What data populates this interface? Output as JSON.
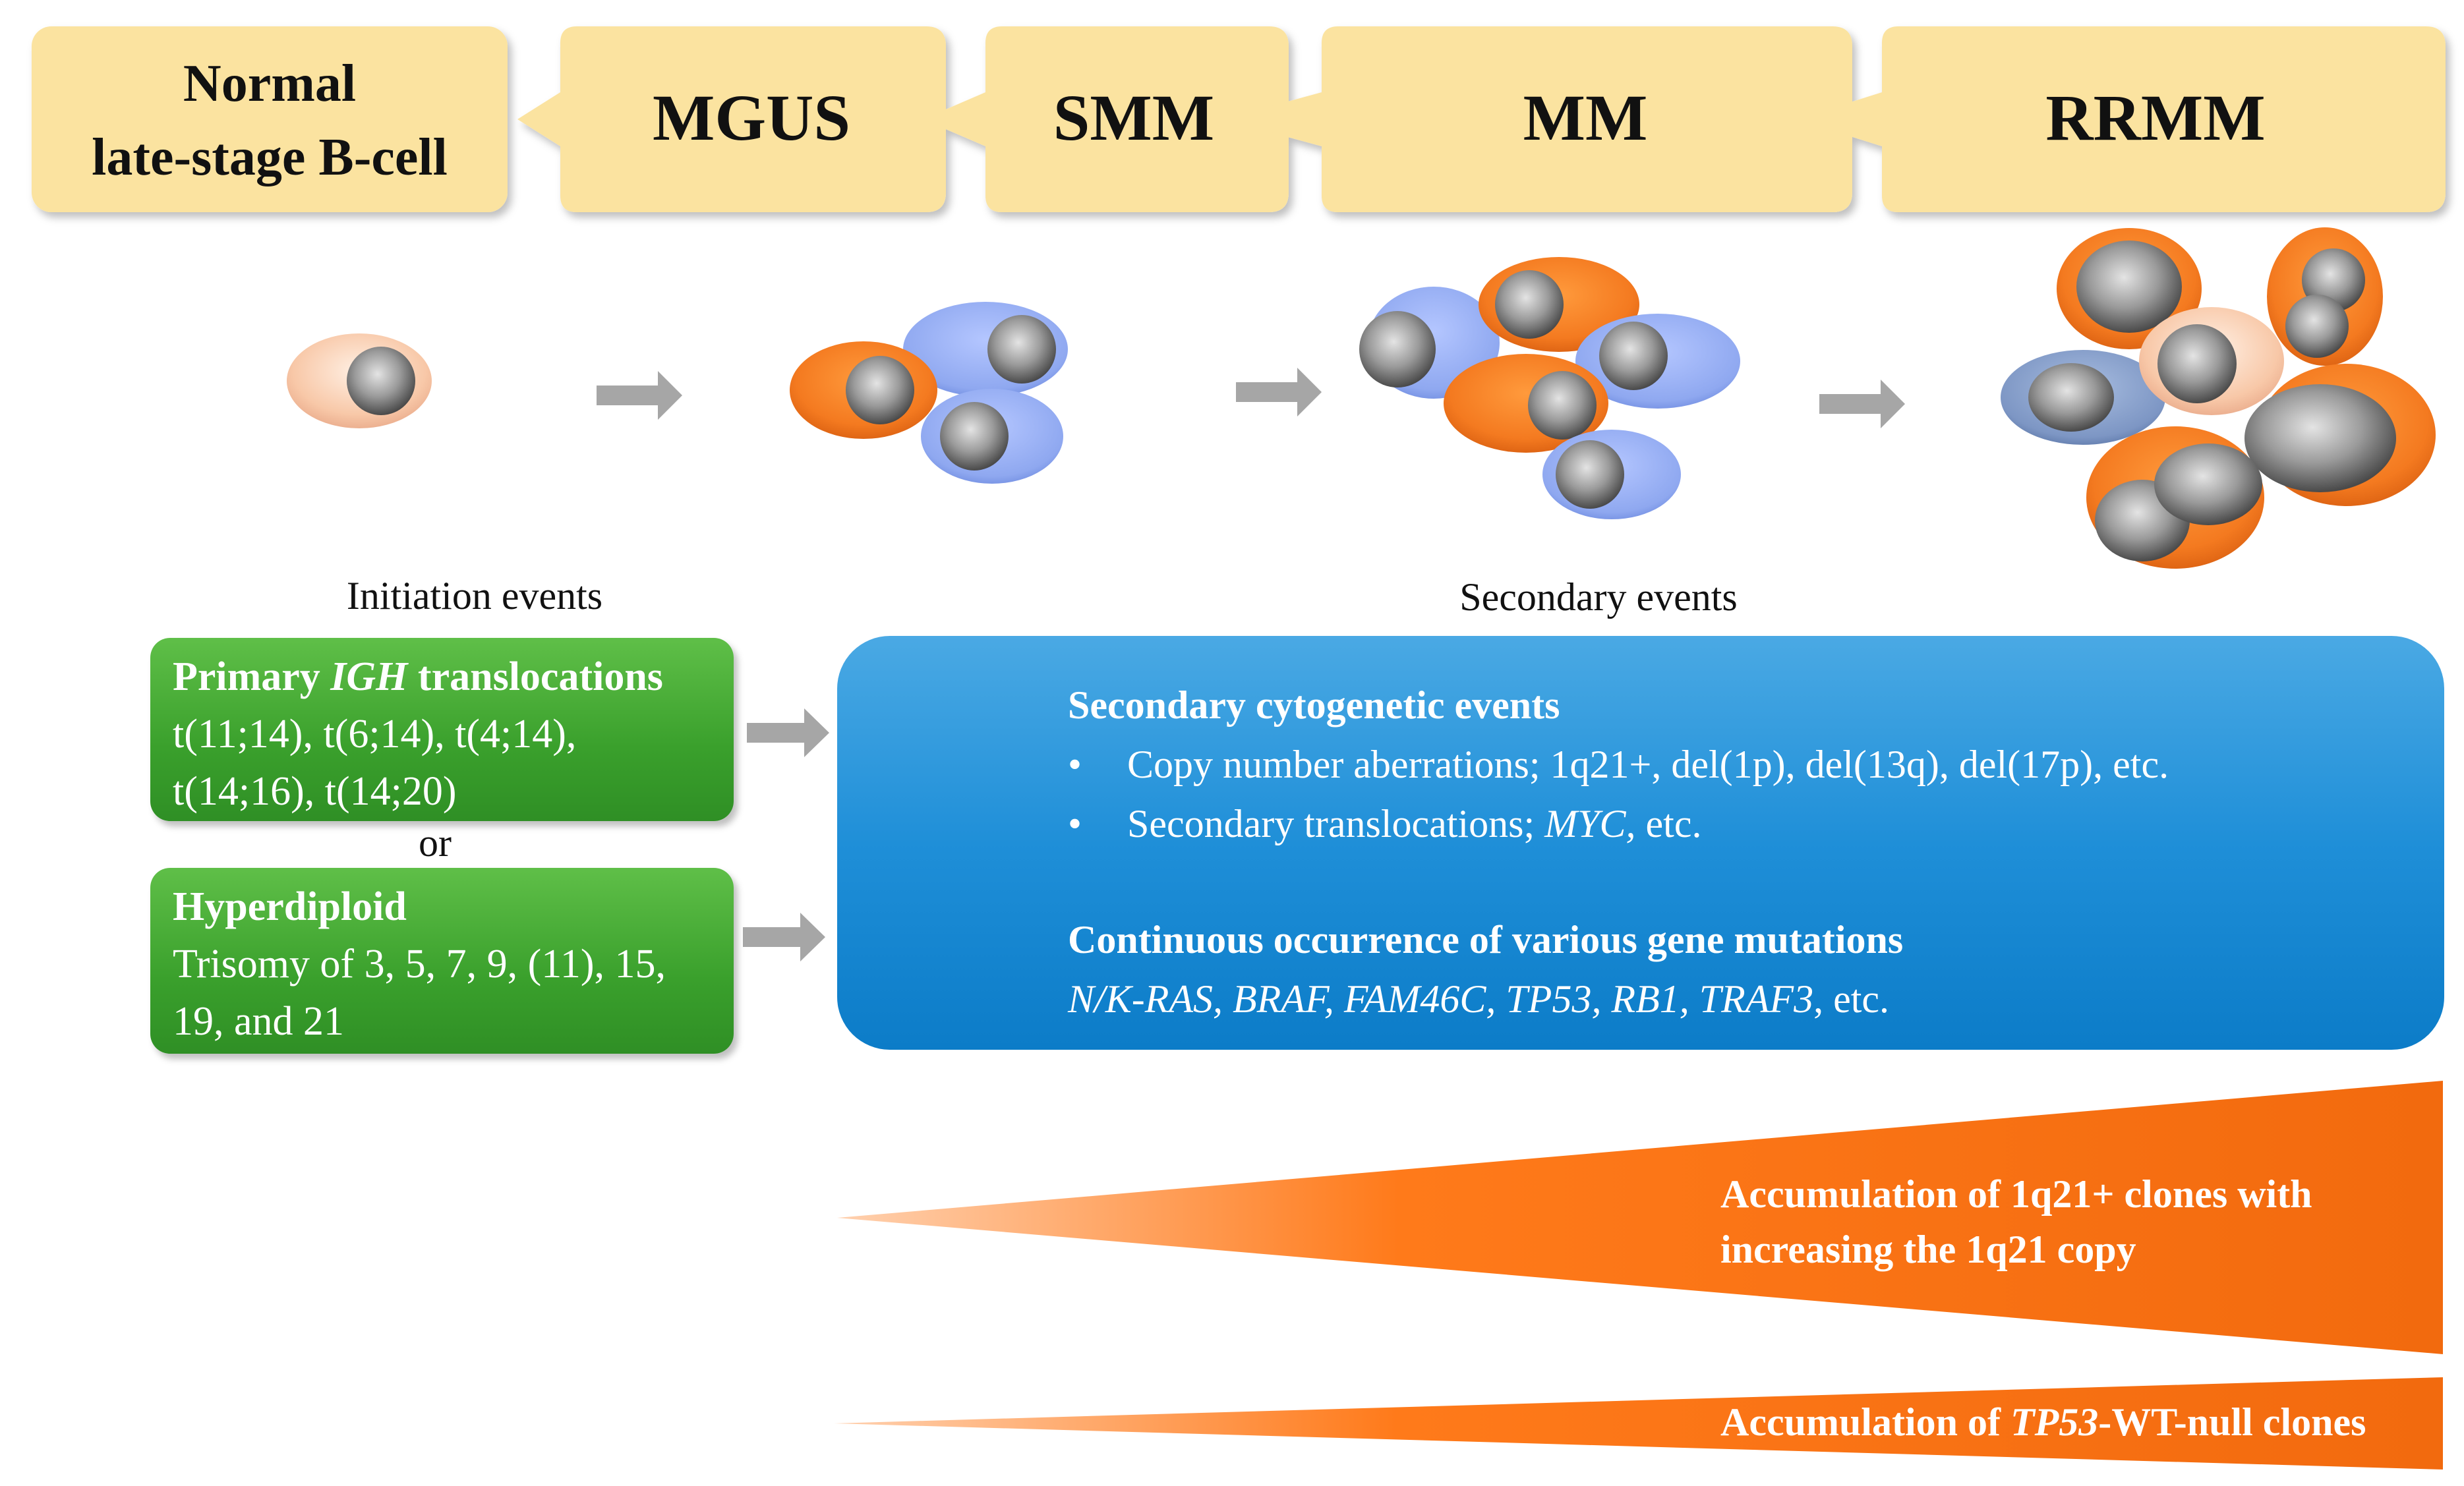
{
  "stages": [
    {
      "line1": "Normal",
      "line2": "late-stage B-cell"
    },
    {
      "label": "MGUS"
    },
    {
      "label": "SMM"
    },
    {
      "label": "MM"
    },
    {
      "label": "RRMM"
    }
  ],
  "headings": {
    "initiation": "Initiation  events",
    "secondary": "Secondary  events"
  },
  "primary_box": {
    "title_pre": "Primary ",
    "title_gene": "IGH",
    "title_post": " translocations",
    "line1": "t(11;14), t(6;14), t(4;14),",
    "line2": "t(14;16), t(14;20)"
  },
  "or_label": "or",
  "hyperdiploid_box": {
    "title": "Hyperdiploid",
    "line1": "Trisomy  of 3, 5, 7, 9, (11), 15,",
    "line2": "19, and 21"
  },
  "secondary_box": {
    "cyto_title": "Secondary cytogenetic events",
    "bullet1": "Copy number aberrations;  1q21+, del(1p), del(13q), del(17p), etc.",
    "bullet2_pre": "Secondary  translocations;  ",
    "bullet2_gene": "MYC,",
    "bullet2_post": " etc.",
    "mut_title": "Continuous  occurrence of various  gene mutations",
    "mut_genes": "N/K-RAS, BRAF, FAM46C, TP53, RB1, TRAF3",
    "mut_post": ", etc."
  },
  "wedges": {
    "w1_line1": "Accumulation  of 1q21+ clones with",
    "w1_line2": "increasing  the 1q21 copy",
    "w2_pre": "Accumulation  of ",
    "w2_gene": "TP53",
    "w2_post": "-WT-null  clones"
  },
  "colors": {
    "stage_fill": "#fbe3a0",
    "orange": "#f47a20",
    "blue_cell": "#8fa8f0",
    "pale_cell": "#f8c8a8",
    "nucleus": "#8a8a8a",
    "arrow": "#a6a6a6",
    "green": "#3aa02c",
    "blue_box": "#1f8fd8"
  }
}
